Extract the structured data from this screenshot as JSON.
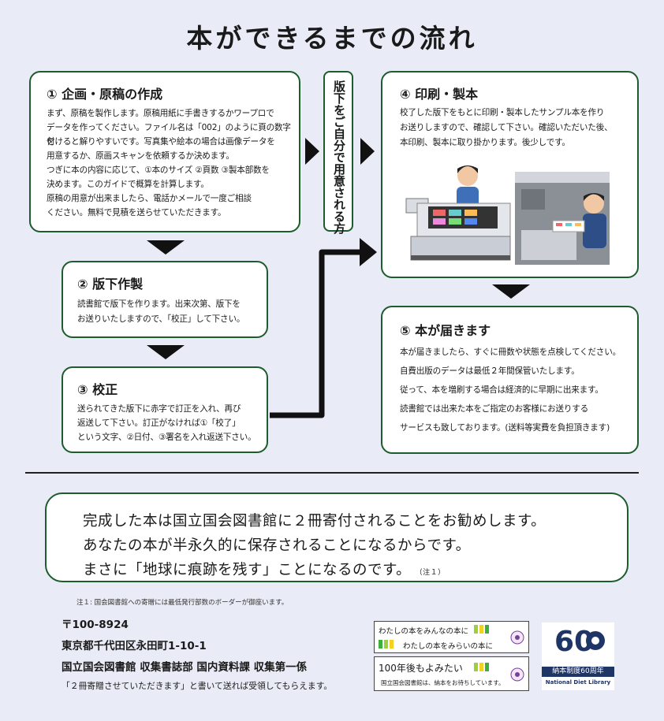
{
  "title": "本ができるまでの流れ",
  "steps": {
    "s1": {
      "heading": "① 企画・原稿の作成",
      "lines": [
        "まず、原稿を製作します。原稿用紙に手書きするかワープロで",
        "データを作ってください。ファイル名は「002」のように頁の数字を",
        "付けると解りやすいです。写真集や絵本の場合は画像データを",
        "用意するか、原画スキャンを依頼するか決めます。",
        "つぎに本の内容に応じて、①本のサイズ ②頁数 ③製本部数を",
        "決めます。このガイドで概算を計算します。",
        "原稿の用意が出来ましたら、電話かメールで一度ご相談",
        "ください。無料で見積を送らせていただきます。"
      ]
    },
    "s2": {
      "heading": "② 版下作製",
      "lines": [
        "読書館で版下を作ります。出来次第、版下を",
        "お送りいたしますので、「校正」して下さい。"
      ]
    },
    "s3": {
      "heading": "③ 校正",
      "lines": [
        "送られてきた版下に赤字で訂正を入れ、再び",
        "返送して下さい。訂正がなければ①「校了」",
        "という文字、②日付、③署名を入れ返送下さい。"
      ]
    },
    "s4": {
      "heading": "④ 印刷・製本",
      "lines": [
        "校了した版下をもとに印刷・製本したサンプル本を作り",
        "お送りしますので、確認して下さい。確認いただいた後、",
        "本印刷、製本に取り掛かります。後少しです。"
      ]
    },
    "s5": {
      "heading": "⑤ 本が届きます",
      "lines": [
        "本が届きましたら、すぐに冊数や状態を点検してください。",
        "自費出版のデータは最低２年間保管いたします。",
        "従って、本を増刷する場合は経済的に早期に出来ます。",
        "読書館では出来た本をご指定のお客様にお送りする",
        "サービスも致しております。(送料等実費を負担頂きます)"
      ]
    }
  },
  "side_label": "版下をご自分で用意される方",
  "bottom": {
    "lines": [
      "完成した本は国立国会図書館に２冊寄付されることをお勧めします。",
      "あなたの本が半永久的に保存されることになるからです。",
      "まさに「地球に痕跡を残す」ことになるのです。"
    ],
    "footnote_mark": "（注１）"
  },
  "note": "注１: 国会図書館への寄贈には最低発行部数のボーダーが御座います。",
  "address": {
    "postal": "〒100-8924",
    "street": "東京都千代田区永田町1-10-1",
    "org": "国立国会図書館 収集書誌部 国内資料課 収集第一係",
    "instruction": "「２冊寄贈させていただきます」と書いて送れば受領してもらえます。"
  },
  "banners": {
    "b1_line1": "わたしの本をみんなの本に",
    "b1_line2": "わたしの本をみらいの本に",
    "b2_line1": "100年後もよみたい",
    "b2_line2": "国立国会図書館は、納本をお待ちしています。"
  },
  "logo": {
    "number": "60",
    "caption_jp": "納本制度60周年",
    "caption_en": "National Diet Library"
  },
  "colors": {
    "border_green": "#1d5c2c",
    "background": "#e9ecf6",
    "logo_navy": "#1f3566"
  }
}
